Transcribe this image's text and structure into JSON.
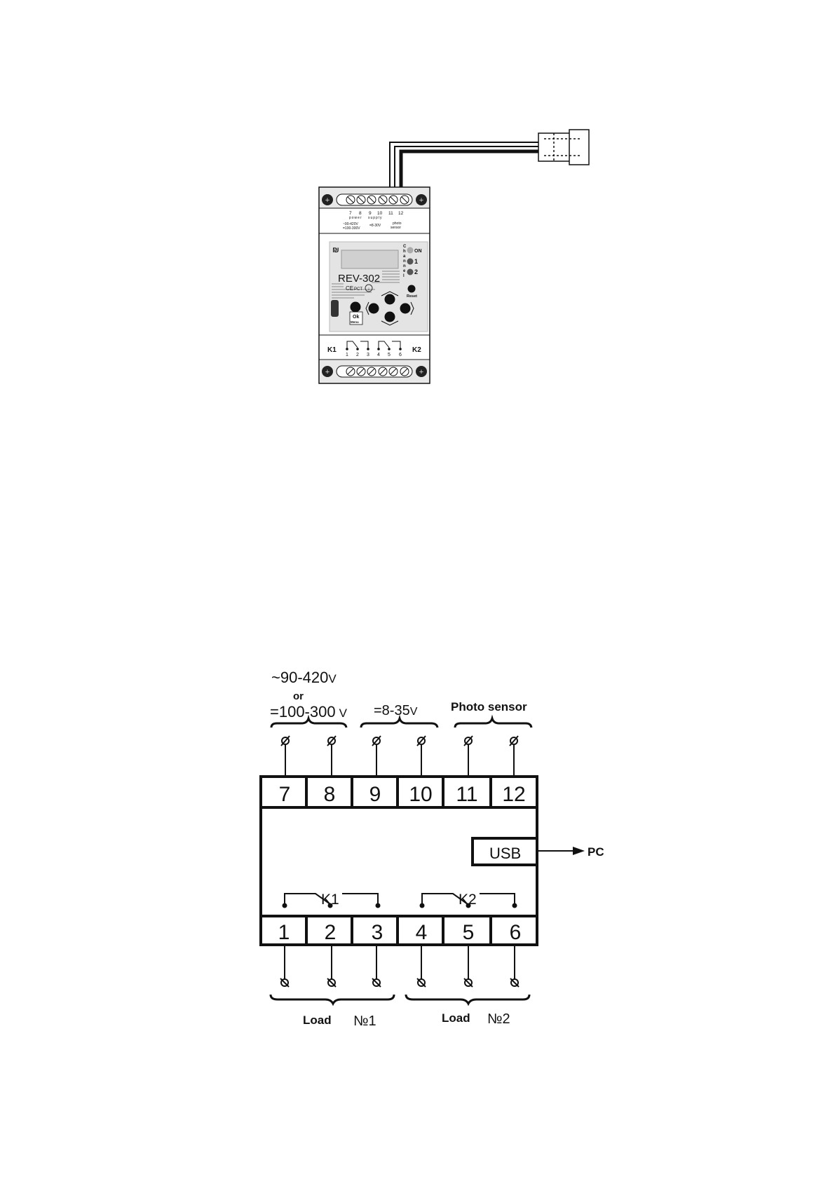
{
  "device": {
    "model": "REV-302",
    "terminal_top_numbers": [
      "7",
      "8",
      "9",
      "10",
      "11",
      "12"
    ],
    "power_label": "power",
    "supply_label": "supply",
    "ac_range": "~90-420V",
    "dc_range": "=100-300V",
    "low_dc_range": "=8-30V",
    "photo_label_1": "photo",
    "photo_label_2": "sensor",
    "channel_letters": [
      "C",
      "h",
      "a",
      "n",
      "n",
      "e",
      "l"
    ],
    "led_labels": [
      "ON",
      "1",
      "2"
    ],
    "reset_label": "Reset",
    "ok_label": "Ok",
    "menu_label": "Menu",
    "relay_labels": [
      "K1",
      "K2"
    ],
    "terminal_bottom_numbers": [
      "1",
      "2",
      "3",
      "4",
      "5",
      "6"
    ],
    "cert_marks": [
      "CE",
      "PCT",
      "↓"
    ]
  },
  "schematic": {
    "supply_ac": "~90-420",
    "supply_unit": "V",
    "supply_or": "or",
    "supply_dc": "=100-300",
    "low_supply": "=8-35",
    "photo_sensor": "Photo sensor",
    "top_terminals": [
      "7",
      "8",
      "9",
      "10",
      "11",
      "12"
    ],
    "bottom_terminals": [
      "1",
      "2",
      "3",
      "4",
      "5",
      "6"
    ],
    "usb_label": "USB",
    "pc_label": "PC",
    "relay_labels": [
      "K1",
      "K2"
    ],
    "load_label": "Load",
    "load1_no": "№1",
    "load2_no": "№2"
  }
}
